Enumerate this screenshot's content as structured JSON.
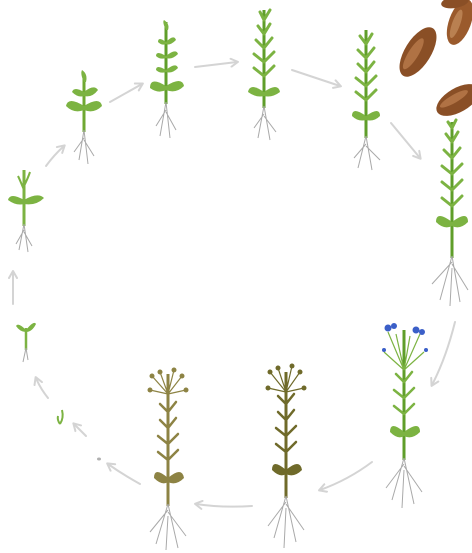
{
  "diagram": {
    "kind": "plant-life-cycle",
    "colors": {
      "background": "#ffffff",
      "arrow": "#d4d4d4",
      "root": "#a9a9a9",
      "seed_dark": "#8a4f26",
      "seed_light": "#c98a58",
      "young_green": "#7cb342",
      "stem_green": "#5f9e2a",
      "flower_blue": "#3b5fc8",
      "mature_olive": "#6f6a2a",
      "dry_khaki": "#8d8344"
    },
    "stages": [
      {
        "id": "germinating-sprout",
        "icon": "tiny-sprout",
        "color": "young_green"
      },
      {
        "id": "early-seedling",
        "icon": "seedling",
        "color": "young_green"
      },
      {
        "id": "seedling-with-leaves",
        "icon": "young-plant",
        "color": "young_green"
      },
      {
        "id": "leafy-plant",
        "icon": "young-plant",
        "color": "young_green"
      },
      {
        "id": "growing-stem-1",
        "icon": "leafy-stem",
        "color": "young_green"
      },
      {
        "id": "growing-stem-2",
        "icon": "leafy-stem",
        "color": "young_green"
      },
      {
        "id": "tall-stem",
        "icon": "leafy-stem",
        "color": "young_green"
      },
      {
        "id": "flowering-plant",
        "icon": "flowering-plant",
        "color": "flower_blue"
      },
      {
        "id": "mature-plant",
        "icon": "seed-capsule-plant",
        "color": "mature_olive"
      },
      {
        "id": "dry-plant",
        "icon": "seed-capsule-plant",
        "color": "dry_khaki"
      }
    ],
    "seeds": {
      "count": 4,
      "icon": "flax-seed"
    }
  }
}
